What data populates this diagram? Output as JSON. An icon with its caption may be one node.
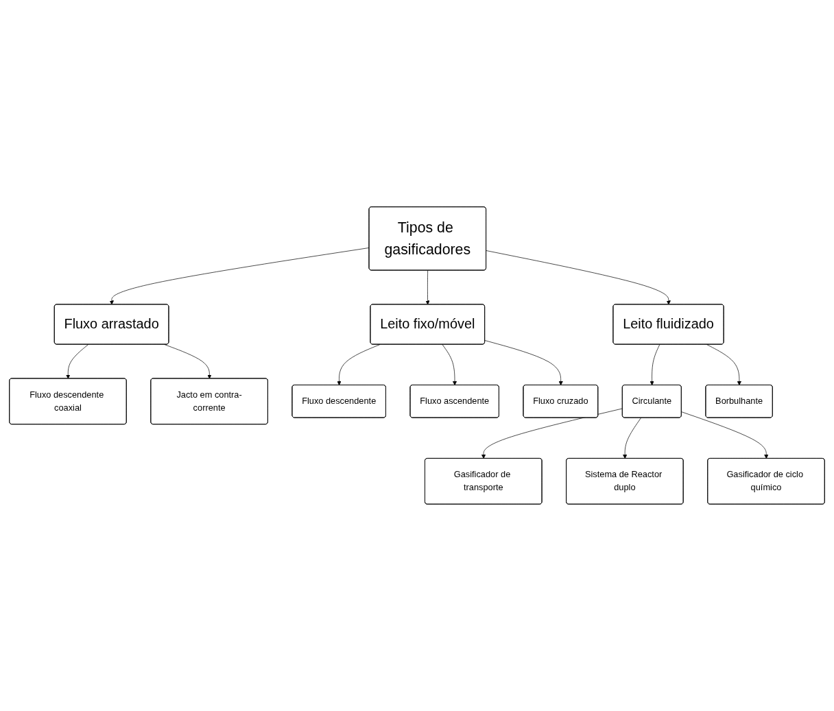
{
  "diagram": {
    "nodes": [
      {
        "text": [
          "Tipos de gasificadores"
        ]
      },
      {
        "text": [
          "Fluxo arrastado"
        ]
      },
      {
        "text": [
          "Leito fixo/móvel"
        ]
      },
      {
        "text": [
          "Leito fluidizado"
        ]
      },
      {
        "text": [
          "Fluxo descendente coaxial"
        ]
      },
      {
        "text": [
          "Jacto em contra-corrente"
        ]
      },
      {
        "text": [
          "Fluxo descendente"
        ]
      },
      {
        "text": [
          "Fluxo ascendente"
        ]
      },
      {
        "text": [
          "Fluxo cruzado"
        ]
      },
      {
        "text": [
          "Borbulhante"
        ]
      },
      {
        "text": [
          "Circulante"
        ]
      },
      {
        "text": [
          "Gasificador de transporte"
        ]
      },
      {
        "text": [
          "Sistema de Reactor duplo"
        ]
      },
      {
        "text": [
          "Gasificador de ciclo químico"
        ]
      }
    ],
    "edges": [
      {
        "from": 0,
        "to": 1,
        "arrow": "to"
      },
      {
        "from": 0,
        "to": 2,
        "arrow": "to"
      },
      {
        "from": 0,
        "to": 3,
        "arrow": "to"
      },
      {
        "from": 1,
        "to": 4,
        "arrow": "to"
      },
      {
        "from": 1,
        "to": 5,
        "arrow": "to"
      },
      {
        "from": 2,
        "to": 6,
        "arrow": "to"
      },
      {
        "from": 2,
        "to": 7,
        "arrow": "to"
      },
      {
        "from": 2,
        "to": 8,
        "arrow": "to"
      },
      {
        "from": 3,
        "to": 9,
        "arrow": "to"
      },
      {
        "from": 3,
        "to": 10,
        "arrow": "to"
      },
      {
        "from": 10,
        "to": 11,
        "arrow": "to"
      },
      {
        "from": 10,
        "to": 12,
        "arrow": "to"
      },
      {
        "from": 10,
        "to": 13,
        "arrow": "to"
      }
    ]
  }
}
